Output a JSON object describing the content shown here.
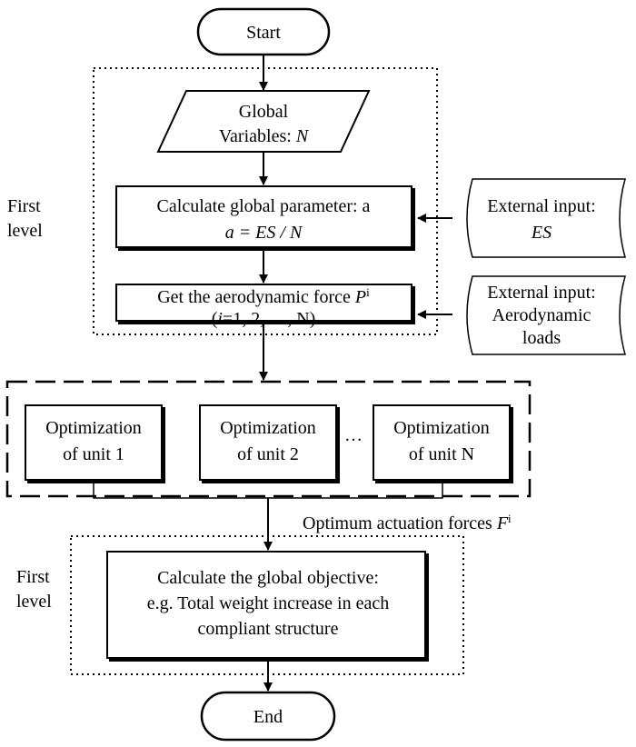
{
  "start_label": "Start",
  "end_label": "End",
  "global_variables": {
    "line1": "Global",
    "line2_prefix": "Variables: ",
    "line2_var": "N"
  },
  "calc_param": {
    "line1": "Calculate global parameter: a",
    "formula": "a = ES / N"
  },
  "aero_force": {
    "line1": "Get the aerodynamic force ",
    "symbol": "P",
    "superscript": "i",
    "line2_var": "i",
    "line2_rest": "=1, 2, …, N)",
    "line2_open": "("
  },
  "external_input_es": {
    "line1": "External input:",
    "line2": "ES"
  },
  "external_input_aero": {
    "line1": "External input:",
    "line2": "Aerodynamic",
    "line3": "loads"
  },
  "first_level_top": {
    "line1": "First",
    "line2": "level"
  },
  "first_level_bottom": {
    "line1": "First",
    "line2": "level"
  },
  "units": [
    {
      "line1": "Optimization",
      "line2": "of unit 1"
    },
    {
      "line1": "Optimization",
      "line2": "of unit 2"
    },
    {
      "line1": "Optimization",
      "line2": "of unit N"
    }
  ],
  "ellipsis": "…",
  "optimum_forces": {
    "text": "Optimum actuation forces ",
    "symbol": "F",
    "superscript": "i"
  },
  "global_objective": {
    "line1": "Calculate the global objective:",
    "line2": "e.g. Total weight increase in each",
    "line3": "compliant structure"
  }
}
